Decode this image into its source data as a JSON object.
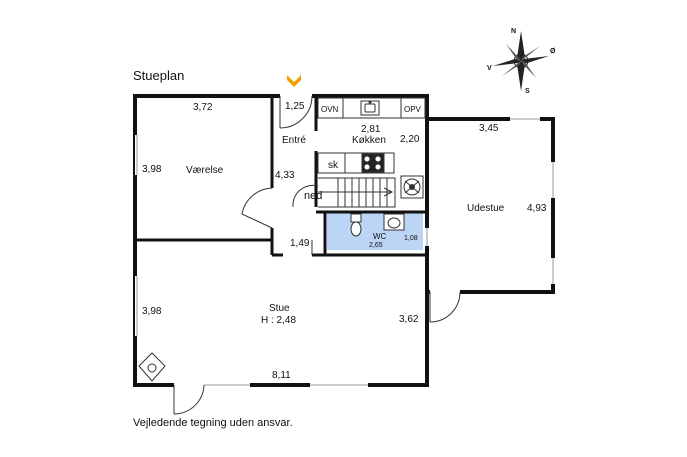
{
  "plan": {
    "title": "Stueplan",
    "disclaimer": "Vejledende tegning uden ansvar.",
    "accent_color": "#f0a000",
    "wc_color": "#bcd4f6",
    "entrance_marker": "chevron-down-icon"
  },
  "compass": {
    "n": "N",
    "s": "S",
    "v": "V",
    "o": "Ø"
  },
  "rooms": {
    "vaerelse": {
      "name": "Værelse",
      "width": "3,72",
      "depth": "3,98"
    },
    "entre": {
      "name": "Entré",
      "dim_top": "1,25",
      "dim_side": "4,33"
    },
    "koekken": {
      "name": "Køkken",
      "width": "2,81",
      "dim_side": "2,20",
      "oven": "OVN",
      "dishwasher": "OPV"
    },
    "skab": {
      "name": "sk"
    },
    "stairs": {
      "label": "ned"
    },
    "hall": {
      "dim": "1,49"
    },
    "wc": {
      "name": "WC",
      "width": "2,65",
      "depth": "1,08"
    },
    "udestue": {
      "name": "Udestue",
      "width": "3,45",
      "depth": "4,93"
    },
    "stue": {
      "name": "Stue",
      "height": "H : 2,48",
      "width": "8,11",
      "depth": "3,98",
      "dim_side": "3,62"
    }
  }
}
